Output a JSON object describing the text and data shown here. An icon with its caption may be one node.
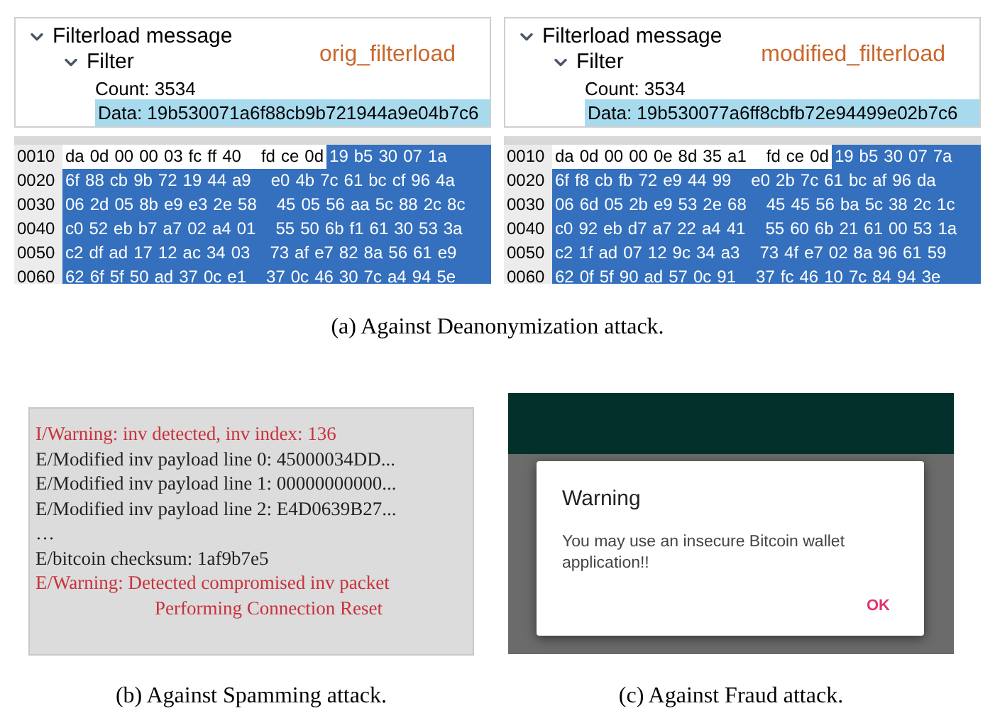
{
  "diagram": {
    "nodes": [
      {
        "text": [
          "Filterload message",
          "Filter",
          "orig_filterload",
          "Count: 3534",
          "Data: 19b530071a6f88cb9b721944a9e04b7c6"
        ]
      },
      {
        "text": [
          "0010 da 0d 00 00 03 fc ff 40 fd ce 0d 19 b5 30 07 1a",
          "0020 6f 88 cb 9b 72 19 44 a9 e0 4b 7c 61 bc cf 96 4a",
          "0030 06 2d 05 8b e9 e3 2e 58 45 05 56 aa 5c 88 2c 8c",
          "0040 c0 52 eb b7 a7 02 a4 01 55 50 6b f1 61 30 53 3a",
          "0050 c2 df ad 17 12 ac 34 03 73 af e7 82 8a 56 61 e9",
          "0060 62 6f 5f 50 ad 37 0c e1 37 0c 46 30 7c a4 94 5e"
        ]
      },
      {
        "text": [
          "Filterload message",
          "Filter",
          "modified_filterload",
          "Count: 3534",
          "Data: 19b530077a6ff8cbfb72e94499e02b7c6"
        ]
      },
      {
        "text": [
          "0010 da 0d 00 00 0e 8d 35 a1 fd ce 0d 19 b5 30 07 7a",
          "0020 6f f8 cb fb 72 e9 44 99 e0 2b 7c 61 bc af 96 da",
          "0030 06 6d 05 2b e9 53 2e 68 45 45 56 ba 5c 38 2c 1c",
          "0040 c0 92 eb d7 a7 22 a4 41 55 60 6b 21 61 00 53 1a",
          "0050 c2 1f ad 07 12 9c 34 a3 73 4f e7 02 8a 96 61 59",
          "0060 62 0f 5f 90 ad 57 0c 91 37 fc 46 10 7c 84 94 3e"
        ]
      },
      {
        "text": [
          "I/Warning: inv detected, inv index: 136",
          "E/Modified inv payload line 0: 45000034DD...",
          "E/Modified inv payload line 1: 00000000000...",
          "E/Modified inv payload line 2: E4D0639B27...",
          "…",
          "E/bitcoin checksum: 1af9b7e5",
          "E/Warning: Detected compromised inv packet",
          "Performing Connection Reset"
        ]
      },
      {
        "text": [],
        "shape": "box"
      },
      {
        "text": [
          "Warning",
          "You may use an insecure Bitcoin wallet application!!",
          "OK"
        ],
        "in": 5
      }
    ],
    "labels": [
      "(a) Against Deanonymization attack.",
      "(b) Against Spamming attack.",
      "(c) Against Fraud attack."
    ]
  }
}
